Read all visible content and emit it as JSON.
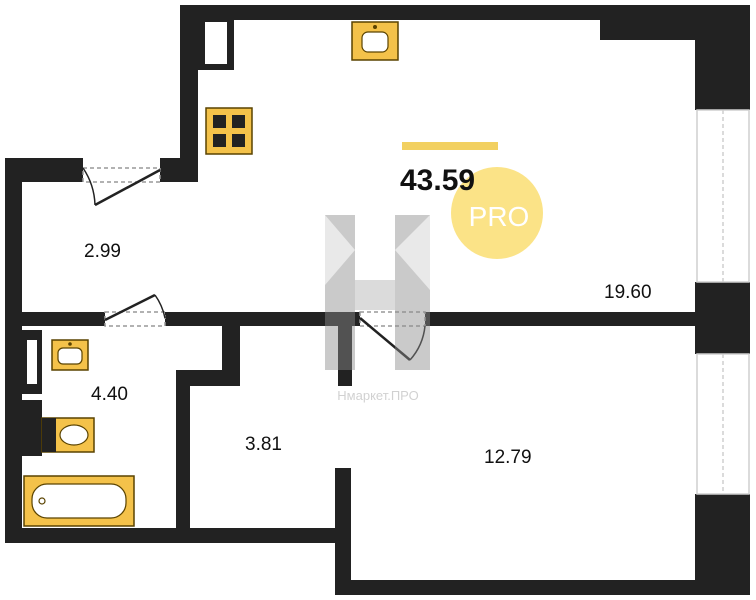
{
  "plan": {
    "total_area": "43.59",
    "badge_text": "PRO",
    "watermark_text": "Нмаркет.ПРО",
    "rooms": [
      {
        "id": "hall",
        "area": "2.99"
      },
      {
        "id": "living",
        "area": "19.60"
      },
      {
        "id": "bathroom",
        "area": "4.40"
      },
      {
        "id": "corridor",
        "area": "3.81"
      },
      {
        "id": "room",
        "area": "12.79"
      }
    ],
    "colors": {
      "wall": "#222222",
      "fixture": "#F4C24A",
      "fixture_stroke": "#5a4300",
      "accent_bar": "#F2D060",
      "badge": "#FBE07A",
      "window": "#cfcfcf"
    }
  }
}
